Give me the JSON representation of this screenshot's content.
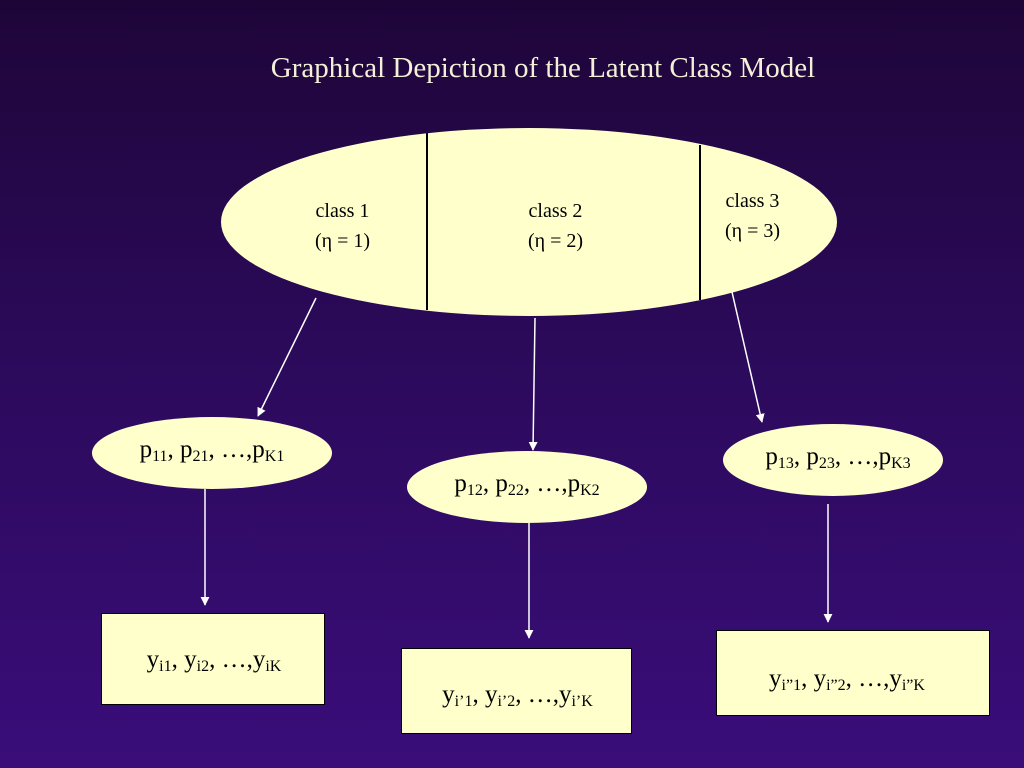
{
  "title": "Graphical Depiction of the Latent Class Model",
  "classes": [
    {
      "name": "class 1",
      "eta": "(η = 1)"
    },
    {
      "name": "class 2",
      "eta": "(η = 2)"
    },
    {
      "name": "class 3",
      "eta": "(η = 3)"
    }
  ],
  "probabilities": [
    {
      "a": "p",
      "a_sub": "11",
      "b": ", p",
      "b_sub": "21",
      "c": ", …,p",
      "c_sub": "K1"
    },
    {
      "a": "p",
      "a_sub": "12",
      "b": ", p",
      "b_sub": "22",
      "c": ", …,p",
      "c_sub": "K2"
    },
    {
      "a": "p",
      "a_sub": "13",
      "b": ", p",
      "b_sub": "23",
      "c": ", …,p",
      "c_sub": "K3"
    }
  ],
  "responses": [
    {
      "a": "y",
      "a_sub": "i1",
      "b": ", y",
      "b_sub": "i2",
      "c": ", …,y",
      "c_sub": "iK"
    },
    {
      "a": "y",
      "a_sub": "i’1",
      "b": ", y",
      "b_sub": "i’2",
      "c": ", …,y",
      "c_sub": "i’K"
    },
    {
      "a": "y",
      "a_sub": "i”1",
      "b": ", y",
      "b_sub": "i”2",
      "c": ", …,y",
      "c_sub": "i”K"
    }
  ],
  "colors": {
    "background": "#2b0a5a",
    "node_fill": "#ffffcc",
    "title_text": "#f4f0d8",
    "arrow": "#ffffff"
  }
}
